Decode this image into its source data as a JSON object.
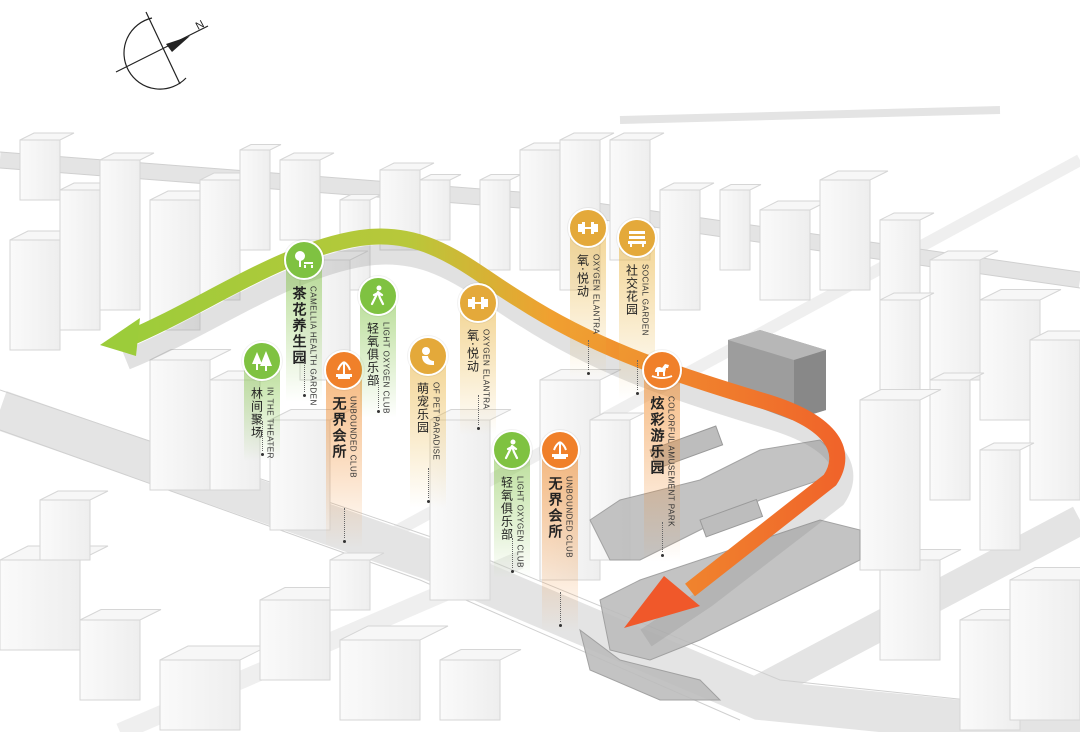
{
  "compass": {
    "north_label": "N"
  },
  "colors": {
    "green": "#7fc241",
    "orange": "#f08a2a",
    "amber": "#e9b23a",
    "route_start": "#9ccc3a",
    "route_end": "#f0642a"
  },
  "pins": [
    {
      "id": "tea-garden",
      "zh": "茶花养生园",
      "en": "CAMELLIA HEALTH GARDEN",
      "color": "green",
      "icon": "park-bench-icon"
    },
    {
      "id": "theater",
      "zh": "林间聚场",
      "en": "IN THE THEATER",
      "color": "green",
      "icon": "tree-icon"
    },
    {
      "id": "club-left",
      "zh": "无界会所",
      "en": "UNBOUNDED CLUB",
      "color": "orange",
      "icon": "fountain-icon"
    },
    {
      "id": "oxygen-club-left",
      "zh": "轻氧俱乐部",
      "en": "LIGHT OXYGEN CLUB",
      "color": "green",
      "icon": "walker-icon"
    },
    {
      "id": "pet-paradise",
      "zh": "萌宠乐园",
      "en": "OF PET PARADISE",
      "color": "amber",
      "icon": "pet-icon"
    },
    {
      "id": "elantra-mid",
      "zh": "氧·悦动",
      "en": "OXYGEN ELANTRA",
      "color": "amber",
      "icon": "dumbbell-icon"
    },
    {
      "id": "oxygen-club-right",
      "zh": "轻氧俱乐部",
      "en": "LIGHT OXYGEN CLUB",
      "color": "green",
      "icon": "walker-icon"
    },
    {
      "id": "club-right",
      "zh": "无界会所",
      "en": "UNBOUNDED CLUB",
      "color": "orange",
      "icon": "fountain-icon"
    },
    {
      "id": "elantra-top",
      "zh": "氧·悦动",
      "en": "OXYGEN ELANTRA",
      "color": "amber",
      "icon": "dumbbell-icon"
    },
    {
      "id": "social-garden",
      "zh": "社交花园",
      "en": "SOCIAL GARDEN",
      "color": "amber",
      "icon": "bench-icon"
    },
    {
      "id": "amusement-park",
      "zh": "炫彩游乐园",
      "en": "COLORFUL AMUSEMENT PARK",
      "color": "orange",
      "icon": "rocking-horse-icon"
    }
  ]
}
